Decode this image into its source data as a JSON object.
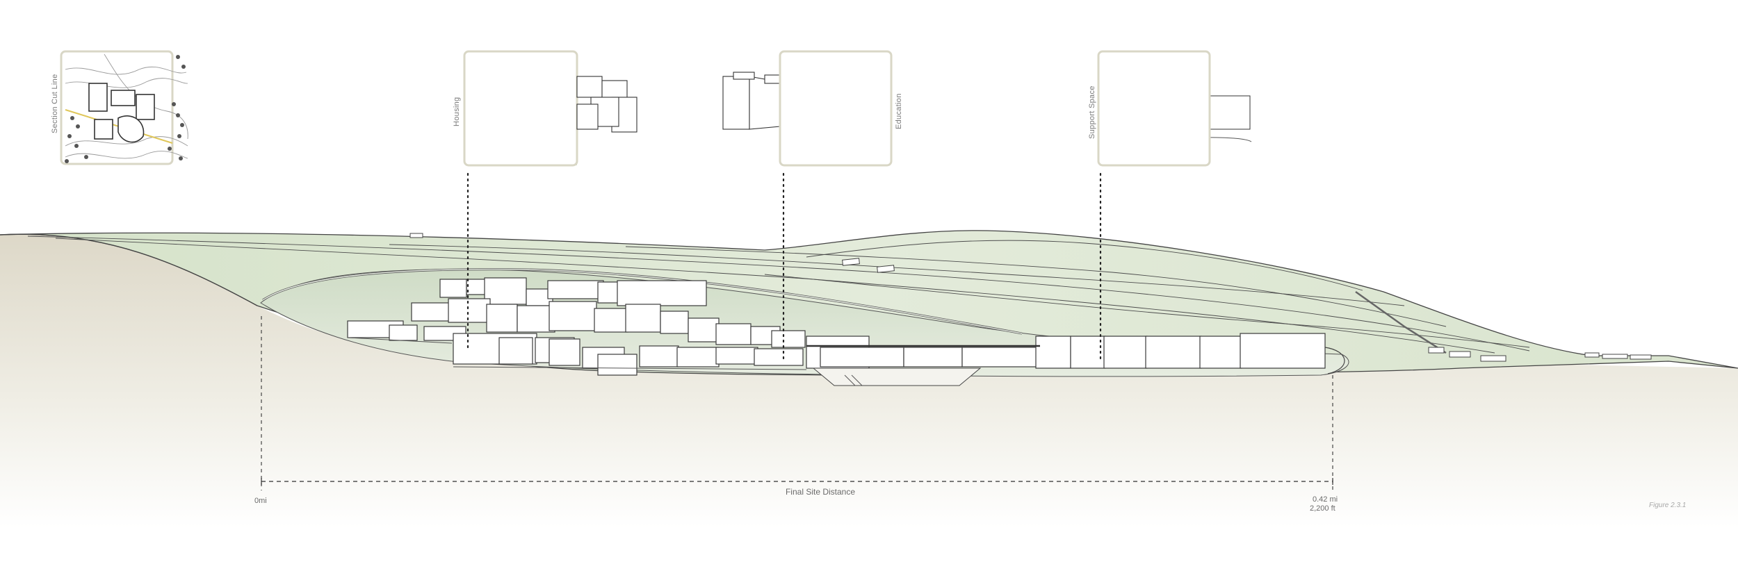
{
  "diagram": {
    "keyplan_label": "Section Cut Line",
    "inset_labels": {
      "housing": "Housing",
      "education": "Education",
      "support": "Support Space"
    },
    "scale": {
      "start": "0mi",
      "center": "Final Site Distance",
      "end_miles": "0.42 mi",
      "end_feet": "2,200 ft"
    },
    "figure_label": "Figure 2.3.1",
    "colors": {
      "hillside_green": "#dfe8d6",
      "ground_tan": "#e8e4d8",
      "frame_beige": "#d9d7c6",
      "support_gold": "#e8c25a",
      "education_tan": "#d8d0c0"
    }
  }
}
